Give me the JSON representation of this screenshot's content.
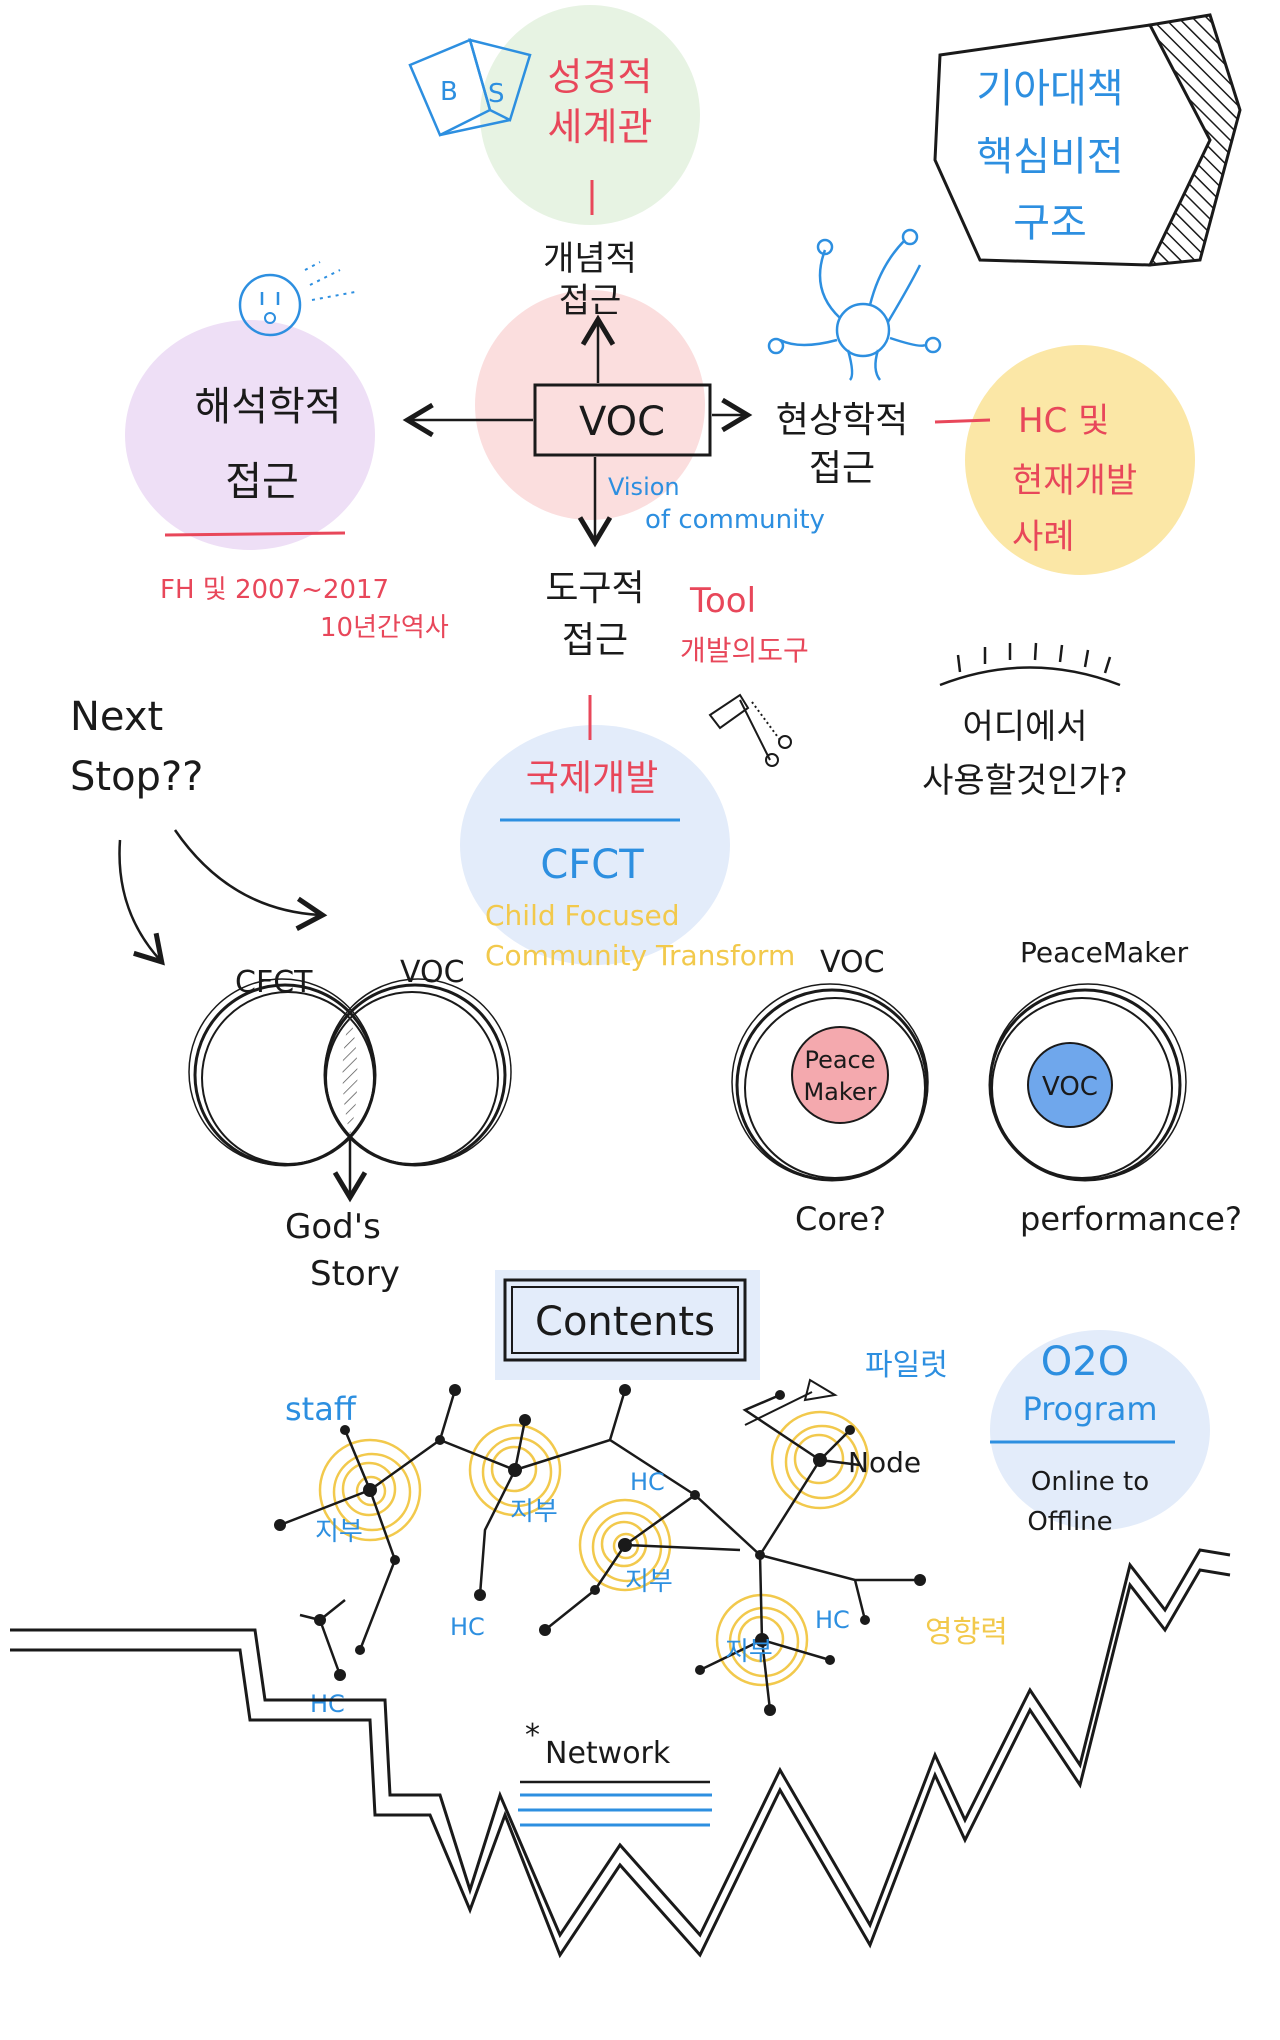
{
  "colors": {
    "red": "#e8475a",
    "blue": "#2d8fe0",
    "yellow": "#f2c94c",
    "black": "#1a1a1a",
    "pink_blob": "#fbdede",
    "green_blob": "#e7f3e3",
    "lavender_blob": "#eedff6",
    "yellow_blob": "#fbe7a6",
    "blue_blob": "#e3ecfa",
    "node_pink": "#f4a9ae",
    "node_blue": "#6fa7ec"
  },
  "title_box": {
    "line1": "기아대책",
    "line2": "핵심비전",
    "line3": "구조"
  },
  "book": {
    "left_letter": "B",
    "right_letter": "S"
  },
  "center": {
    "voc": "VOC",
    "vision_line1": "Vision",
    "vision_line2": "of community"
  },
  "biblical": {
    "line1": "성경적",
    "line2": "세계관"
  },
  "conceptual": {
    "line1": "개념적",
    "line2": "접근"
  },
  "hermeneutic": {
    "line1": "해석학적",
    "line2": "접근",
    "note_line1": "FH 및 2007~2017",
    "note_line2": "10년간역사"
  },
  "phenomenological": {
    "line1": "현상학적",
    "line2": "접근",
    "note_line1": "HC 및",
    "note_line2": "현재개발",
    "note_line3": "사례"
  },
  "tool": {
    "line1": "도구적",
    "line2": "접근",
    "note_line1": "Tool",
    "note_line2": "개발의도구"
  },
  "where": {
    "line1": "어디에서",
    "line2": "사용할것인가?"
  },
  "intl": {
    "title": "국제개발",
    "acronym": "CFCT",
    "full_line1": "Child Focused",
    "full_line2": "Community Transform"
  },
  "next_stop": {
    "line1": "Next",
    "line2": "Stop??"
  },
  "venn": {
    "left": "CFCT",
    "right": "VOC",
    "result_line1": "God's",
    "result_line2": "Story"
  },
  "core_circle": {
    "outer": "VOC",
    "inner_line1": "Peace",
    "inner_line2": "Maker",
    "question": "Core?"
  },
  "perf_circle": {
    "outer": "PeaceMaker",
    "inner": "VOC",
    "question": "performance?"
  },
  "contents": {
    "box": "Contents",
    "platform": "파일럿",
    "staff": "staff",
    "node": "Node",
    "branches": [
      "지부",
      "지부",
      "지부",
      "지부"
    ],
    "hc_labels": [
      "HC",
      "HC",
      "HC",
      "HC"
    ],
    "influence": "영향력",
    "network_star": "*",
    "network": "Network"
  },
  "o2o": {
    "title_line1": "O2O",
    "title_line2": "Program",
    "sub_line1": "Online to",
    "sub_line2": "Offline"
  }
}
